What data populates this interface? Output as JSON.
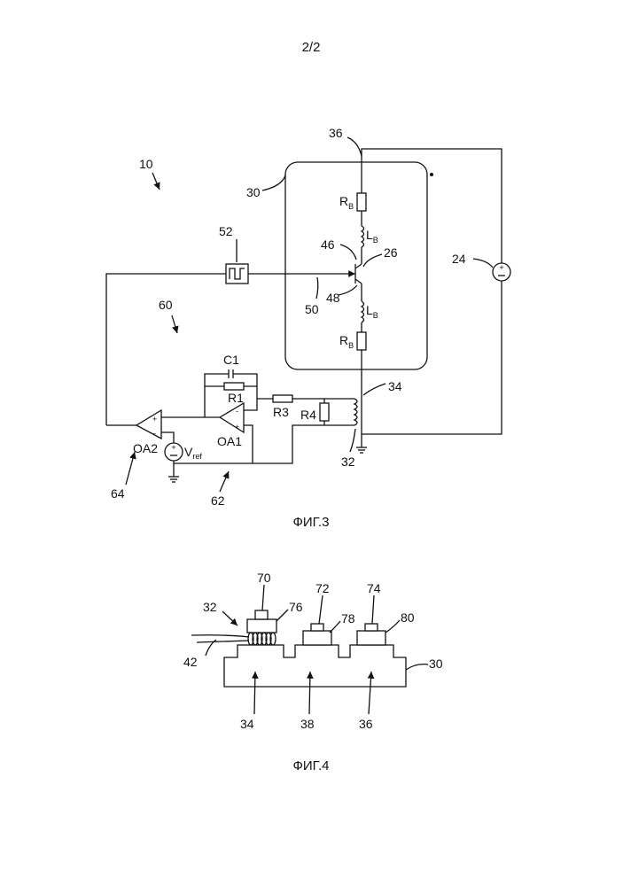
{
  "page_number": "2/2",
  "figures": [
    {
      "caption": "ФИГ.3",
      "refs": {
        "r10": "10",
        "r30": "30",
        "r36": "36",
        "r24": "24",
        "r26": "26",
        "r46": "46",
        "r48": "48",
        "r50": "50",
        "r52": "52",
        "r60": "60",
        "r34": "34",
        "r32": "32",
        "r64": "64",
        "r62": "62"
      },
      "components": {
        "rb_top": "R",
        "rb_top_sub": "B",
        "lb_top": "L",
        "lb_top_sub": "B",
        "lb_bot": "L",
        "lb_bot_sub": "B",
        "rb_bot": "R",
        "rb_bot_sub": "B",
        "c1": "C1",
        "r1": "R1",
        "r3": "R3",
        "r4": "R4",
        "oa1": "OA1",
        "oa2": "OA2",
        "vref": "V",
        "vref_sub": "ref"
      }
    },
    {
      "caption": "ФИГ.4",
      "refs": {
        "r70": "70",
        "r72": "72",
        "r74": "74",
        "r76": "76",
        "r78": "78",
        "r80": "80",
        "r32": "32",
        "r42": "42",
        "r30": "30",
        "r34": "34",
        "r38": "38",
        "r36": "36"
      }
    }
  ]
}
